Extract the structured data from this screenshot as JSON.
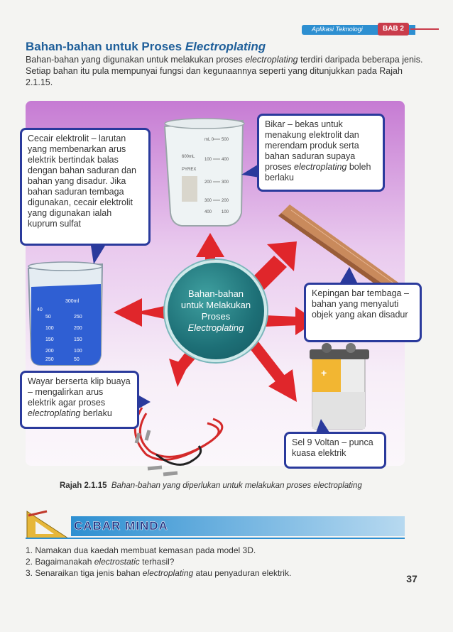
{
  "header": {
    "section": "Aplikasi Teknologi",
    "chapter": "BAB 2"
  },
  "title": {
    "main": "Bahan-bahan untuk Proses ",
    "italic": "Electroplating"
  },
  "intro": {
    "part1": "Bahan-bahan yang digunakan untuk melakukan proses ",
    "italic": "electroplating",
    "part2": " terdiri daripada beberapa jenis. Setiap bahan itu pula mempunyai fungsi dan kegunaannya seperti yang ditunjukkan pada Rajah 2.1.15."
  },
  "center": {
    "line1": "Bahan-bahan",
    "line2": "untuk Melakukan",
    "line3": "Proses",
    "line4": "Electroplating"
  },
  "boxes": {
    "electrolyte": "Cecair elektrolit – larutan yang membenarkan arus elektrik bertindak balas dengan bahan saduran dan bahan yang disadur. Jika bahan saduran tembaga digunakan, cecair elektrolit yang digunakan ialah kuprum sulfat",
    "beaker_a": "Bikar – bekas untuk menakung elektrolit dan merendam produk serta bahan saduran supaya proses ",
    "beaker_italic": "electroplating",
    "beaker_b": " boleh berlaku",
    "bar": "Kepingan bar tembaga – bahan yang menyaluti objek yang akan disadur",
    "wire_a": "Wayar berserta klip buaya – mengalirkan arus elektrik agar proses ",
    "wire_italic": "electroplating",
    "wire_b": " berlaku",
    "battery": "Sel 9 Voltan – punca kuasa elektrik"
  },
  "caption": {
    "label": "Rajah 2.1.15",
    "text": "Bahan-bahan yang diperlukan untuk melakukan proses electroplating"
  },
  "cabar": {
    "title": "CABAR MINDA",
    "q1": "1.  Namakan dua kaedah membuat kemasan pada model 3D.",
    "q2a": "2.  Bagaimanakah ",
    "q2i": "electrostatic",
    "q2b": " terhasil?",
    "q3a": "3.  Senaraikan tiga jenis bahan ",
    "q3i": "electroplating",
    "q3b": " atau penyaduran elektrik."
  },
  "beaker_marks": {
    "big": [
      "mL 0",
      "500",
      "100",
      "400",
      "200",
      "300",
      "300",
      "200",
      "400",
      "100",
      "600mL",
      "PYREX"
    ],
    "blue": [
      "300ml",
      "250",
      "200",
      "150",
      "100",
      "50",
      "50",
      "100",
      "150",
      "200",
      "250",
      "40"
    ]
  },
  "page_number": "37",
  "colors": {
    "accent_blue": "#2d8fd1",
    "border_navy": "#2a3a9c",
    "arrow_red": "#e0262b",
    "chapter_red": "#c93c4b"
  }
}
